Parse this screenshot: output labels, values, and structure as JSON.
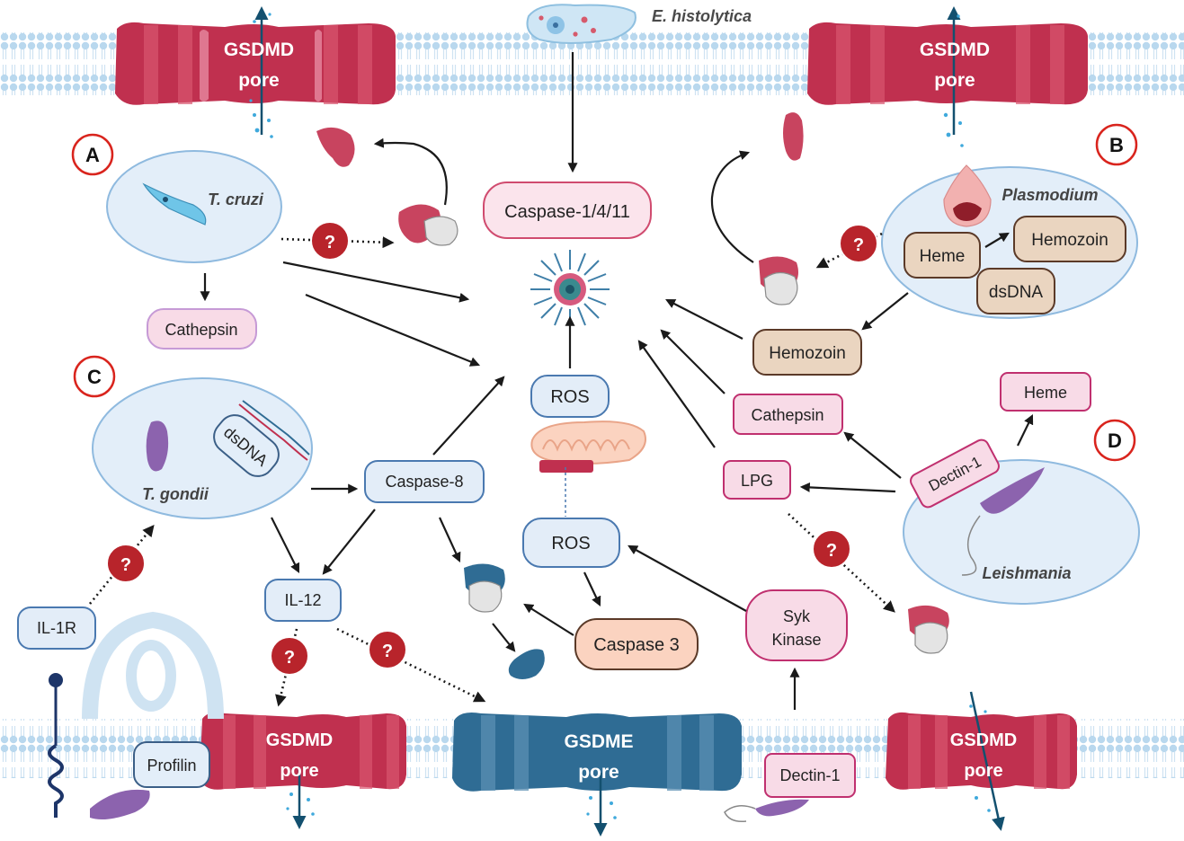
{
  "membrane_pores": {
    "top_left": {
      "line1": "GSDMD",
      "line2": "pore"
    },
    "top_right": {
      "line1": "GSDMD",
      "line2": "pore"
    },
    "bottom_left": {
      "line1": "GSDMD",
      "line2": "pore"
    },
    "bottom_center": {
      "line1": "GSDME",
      "line2": "pore"
    },
    "bottom_right": {
      "line1": "GSDMD",
      "line2": "pore"
    }
  },
  "pathogens": {
    "e_histolytica": "E. histolytica",
    "t_cruzi": "T. cruzi",
    "plasmodium": "Plasmodium",
    "t_gondii": "T. gondii",
    "leishmania": "Leishmania"
  },
  "panels": {
    "a": "A",
    "b": "B",
    "c": "C",
    "d": "D"
  },
  "nodes": {
    "caspase_1_4_11": "Caspase-1/4/11",
    "cathepsin_a": "Cathepsin",
    "heme_b": "Heme",
    "hemozoin_b": "Hemozoin",
    "dsdna_b": "dsDNA",
    "hemozoin": "Hemozoin",
    "ros_upper": "ROS",
    "ros_lower": "ROS",
    "cathepsin_d": "Cathepsin",
    "heme_d": "Heme",
    "dectin_1_d": "Dectin-1",
    "lpg": "LPG",
    "dsdna_c": "dsDNA",
    "caspase_8": "Caspase-8",
    "il_12": "IL-12",
    "il_1r": "IL-1R",
    "caspase_3": "Caspase 3",
    "syk_kinase_line1": "Syk",
    "syk_kinase_line2": "Kinase",
    "profilin": "Profilin",
    "dectin_1_bottom": "Dectin-1"
  },
  "unknown_marker": "?",
  "colors": {
    "gsdmd": "#c0304f",
    "gsdme": "#2f6c94",
    "membrane": "#b9d8ee",
    "pink_box": "#f8dbe7",
    "tan_box": "#ead5c0",
    "blue_box": "#e3edf8",
    "panel_circle": "#d9241d",
    "question_marker": "#b8242b"
  }
}
